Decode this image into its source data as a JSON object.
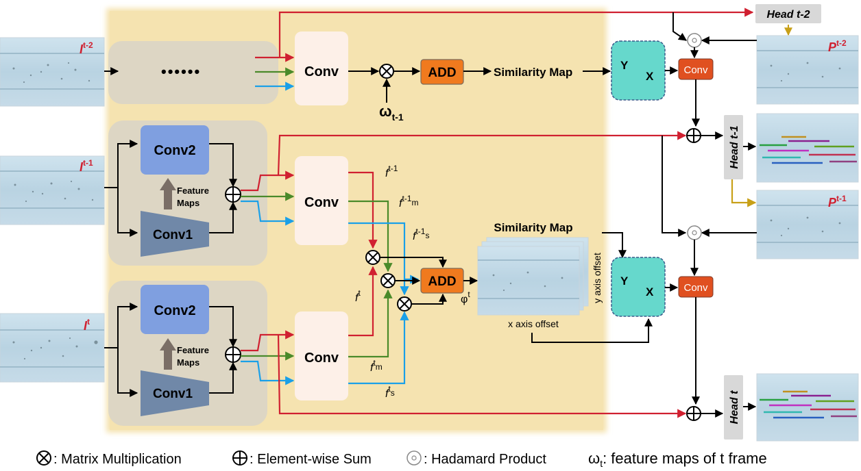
{
  "inputs": {
    "frame_t2": {
      "base": "I",
      "sup": "t-2"
    },
    "frame_t1": {
      "base": "I",
      "sup": "t-1"
    },
    "frame_t": {
      "base": "I",
      "sup": "t"
    }
  },
  "top_branch": {
    "dots": "••••••",
    "conv": "Conv",
    "add": "ADD",
    "similarity": "Similarity Map",
    "omega": {
      "base": "ω",
      "sub": "t-1"
    }
  },
  "backbone": {
    "conv2": "Conv2",
    "conv1": "Conv1",
    "feature_maps_line1": "Feature",
    "feature_maps_line2": "Maps"
  },
  "middle": {
    "conv": "Conv",
    "add": "ADD",
    "similarity_title": "Similarity Map",
    "x_offset": "x axis offset",
    "y_offset": "y axis offset",
    "phi": {
      "base": "φ",
      "sup": "t"
    },
    "features": {
      "f_t1": {
        "base": "f",
        "sup": "t-1",
        "sub": ""
      },
      "f_t1_m": {
        "base": "f",
        "sup": "t-1",
        "sub": "m"
      },
      "f_t1_s": {
        "base": "f",
        "sup": "t-1",
        "sub": "s"
      },
      "f_t": {
        "base": "f",
        "sup": "t",
        "sub": ""
      },
      "f_t_m": {
        "base": "f",
        "sup": "t",
        "sub": "m"
      },
      "f_t_s": {
        "base": "f",
        "sup": "t",
        "sub": "s"
      }
    }
  },
  "yx_box": {
    "y": "Y",
    "x": "X"
  },
  "right": {
    "conv": "Conv",
    "head_t2": "Head t-2",
    "head_t1": "Head t-1",
    "head_t": "Head t",
    "pred_t2": {
      "base": "P",
      "sup": "t-2"
    },
    "pred_t1": {
      "base": "P",
      "sup": "t-1"
    }
  },
  "legend": {
    "matmul": ": Matrix Multiplication",
    "sum": ": Element-wise Sum",
    "hadamard": ": Hadamard Product",
    "omega_base": "ω",
    "omega_sub": "t",
    "omega_text": ": feature maps of t frame"
  },
  "colors": {
    "red": "#d02030",
    "green": "#4a8a2a",
    "blue": "#1aa0e8",
    "yellow_arrow": "#c8a018",
    "panel": "#f5e3b0",
    "gray_panel": "#d8d4c8",
    "conv2": "#7f9fe0",
    "conv1": "#7088a8",
    "conv_box": "#fdf0e8",
    "add_box": "#f07a1e",
    "teal": "#66d8cc",
    "conv_red": "#e05020"
  }
}
